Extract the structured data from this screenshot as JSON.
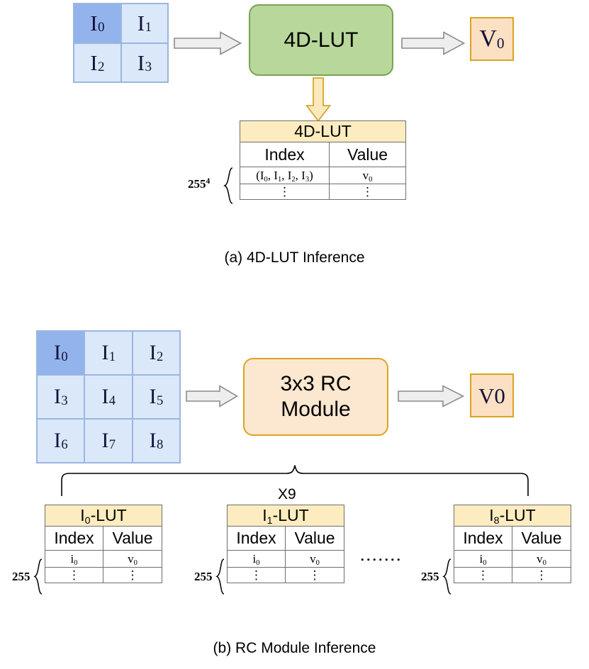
{
  "figure": {
    "panel_a": {
      "caption": "(a) 4D-LUT Inference",
      "input_grid": {
        "name": "2x2-input-patch",
        "rows": 2,
        "cols": 2,
        "cells": [
          {
            "label": "I",
            "sub": "0",
            "highlighted": true
          },
          {
            "label": "I",
            "sub": "1",
            "highlighted": false
          },
          {
            "label": "I",
            "sub": "2",
            "highlighted": false
          },
          {
            "label": "I",
            "sub": "3",
            "highlighted": false
          }
        ]
      },
      "module": {
        "label": "4D-LUT",
        "fill": "#b8d79a",
        "border": "#7aa352"
      },
      "output": {
        "label": "V",
        "sub": "0",
        "fill": "#fbe0c3",
        "border": "#d9a521"
      },
      "table": {
        "title": "4D-LUT",
        "columns": [
          "Index",
          "Value"
        ],
        "rows": [
          {
            "index_text": "(I0, I1, I2, I3)",
            "value_text": "v0"
          },
          {
            "index_text": "⋮",
            "value_text": "⋮"
          }
        ],
        "count_label": "255",
        "count_exponent": "4",
        "header_fill": "#fcecbf"
      }
    },
    "panel_b": {
      "caption": "(b) RC Module Inference",
      "input_grid": {
        "name": "3x3-input-patch",
        "rows": 3,
        "cols": 3,
        "cells": [
          {
            "label": "I",
            "sub": "0",
            "highlighted": true
          },
          {
            "label": "I",
            "sub": "1",
            "highlighted": false
          },
          {
            "label": "I",
            "sub": "2",
            "highlighted": false
          },
          {
            "label": "I",
            "sub": "3",
            "highlighted": false
          },
          {
            "label": "I",
            "sub": "4",
            "highlighted": false
          },
          {
            "label": "I",
            "sub": "5",
            "highlighted": false
          },
          {
            "label": "I",
            "sub": "6",
            "highlighted": false
          },
          {
            "label": "I",
            "sub": "7",
            "highlighted": false
          },
          {
            "label": "I",
            "sub": "8",
            "highlighted": false
          }
        ]
      },
      "module": {
        "label": "3x3 RC\nModule",
        "fill": "#fce7d0",
        "border": "#dda520"
      },
      "output": {
        "label": "V0",
        "fill": "#fbe0c3",
        "border": "#d9a521"
      },
      "multiplier_label": "X9",
      "tables_ellipsis": ".......",
      "tables": [
        {
          "title_base": "I",
          "title_sub": "0",
          "title_suffix": "-LUT",
          "columns": [
            "Index",
            "Value"
          ],
          "rows": [
            {
              "index_text": "i0",
              "value_text": "v0"
            },
            {
              "index_text": "⋮",
              "value_text": "⋮"
            }
          ],
          "count_label": "255"
        },
        {
          "title_base": "I",
          "title_sub": "1",
          "title_suffix": "-LUT",
          "columns": [
            "Index",
            "Value"
          ],
          "rows": [
            {
              "index_text": "i0",
              "value_text": "v0"
            },
            {
              "index_text": "⋮",
              "value_text": "⋮"
            }
          ],
          "count_label": "255"
        },
        {
          "title_base": "I",
          "title_sub": "8",
          "title_suffix": "-LUT",
          "columns": [
            "Index",
            "Value"
          ],
          "rows": [
            {
              "index_text": "i0",
              "value_text": "v0"
            },
            {
              "index_text": "⋮",
              "value_text": "⋮"
            }
          ],
          "count_label": "255"
        }
      ]
    },
    "colors": {
      "pixel_fill": "#dbe8fa",
      "pixel_highlight": "#93b3ec",
      "pixel_border": "#9ab6e0",
      "arrow_fill": "#eeeeee",
      "arrow_border": "#8c8c8c",
      "down_arrow_fill": "#fbe9bd",
      "down_arrow_border": "#d4a72c",
      "table_header_fill": "#fcecbf",
      "table_border": "#6e6e6e"
    }
  }
}
